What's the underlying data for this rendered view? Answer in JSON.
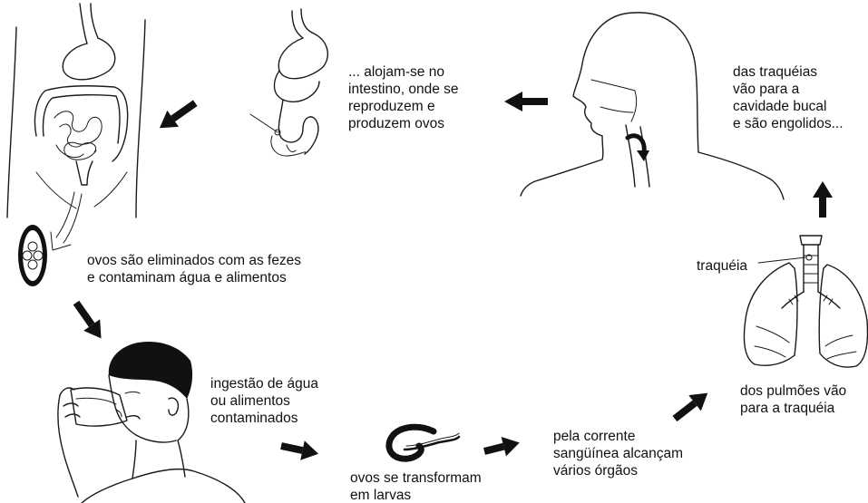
{
  "steps": {
    "intestine": "... alojam-se no\nintestino, onde se\nreproduzem e\nproduzem ovos",
    "mouth": "das traquéias\nvão para a\ncavidade bucal\ne são engolidos...",
    "eggs": "ovos são eliminados com as fezes\ne contaminam água e alimentos",
    "ingestion": "ingestão de água\nou alimentos\ncontaminados",
    "larvae": "ovos se transformam\nem larvas",
    "blood": "pela corrente\nsangüínea alcançam\nvários órgãos",
    "lungs": "dos pulmões vão\npara a traquéia",
    "trachea_label": "traquéia"
  },
  "icons": [
    "abdomen-illustration",
    "stomach-intestine-illustration",
    "head-throat-illustration",
    "egg-illustration",
    "drinking-man-illustration",
    "larva-illustration",
    "lungs-illustration",
    "arrow-icon"
  ]
}
